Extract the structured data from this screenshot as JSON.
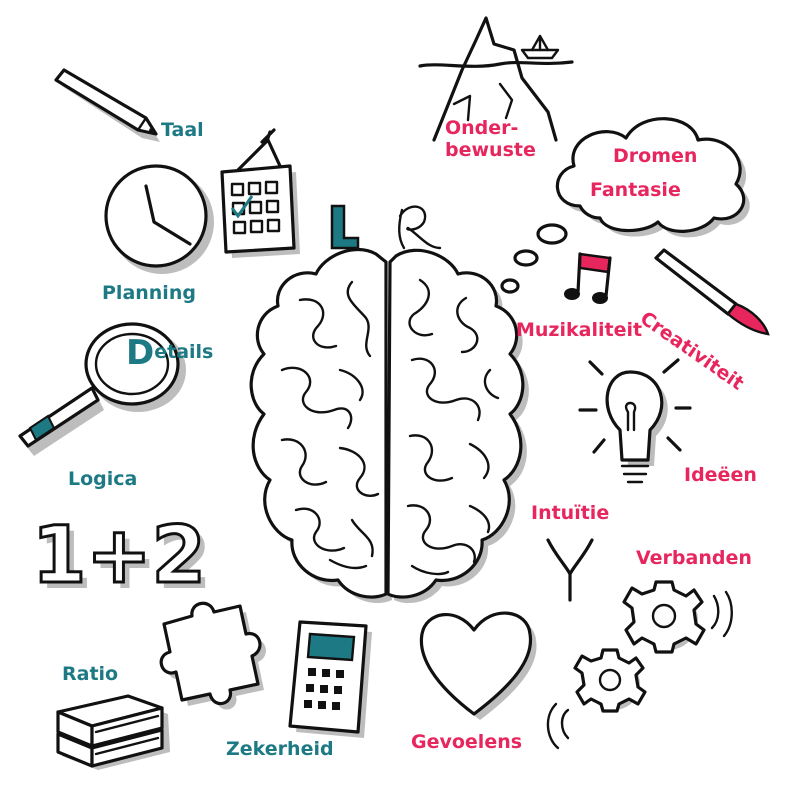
{
  "letters": {
    "left": "L",
    "right": "R"
  },
  "colors": {
    "left_hemisphere": "#1d7a84",
    "right_hemisphere": "#e8265e",
    "ink": "#111111",
    "shadow": "#bdbdbd"
  },
  "left_labels": {
    "taal": "Taal",
    "planning": "Planning",
    "details_initial": "D",
    "details_rest": "etails",
    "logica": "Logica",
    "ratio": "Ratio",
    "zekerheid": "Zekerheid"
  },
  "right_labels": {
    "onderbewuste_1": "Onder-",
    "onderbewuste_2": "bewuste",
    "dromen": "Dromen",
    "fantasie": "Fantasie",
    "muzikaliteit": "Muzikaliteit",
    "creativiteit": "Creativiteit",
    "ideeen": "Ideëen",
    "intuitie": "Intuïtie",
    "verbanden": "Verbanden",
    "gevoelens": "Gevoelens"
  },
  "logica_sum": "1+2",
  "icons": [
    "pencil-icon",
    "calendar-icon",
    "clock-icon",
    "magnifier-icon",
    "numbers-icon",
    "puzzle-icon",
    "books-icon",
    "calculator-icon",
    "brain-icon",
    "iceberg-icon",
    "boat-icon",
    "cloud-icon",
    "thought-bubbles-icon",
    "music-note-icon",
    "paintbrush-icon",
    "lightbulb-icon",
    "y-branch-icon",
    "heart-icon",
    "gears-icon"
  ]
}
